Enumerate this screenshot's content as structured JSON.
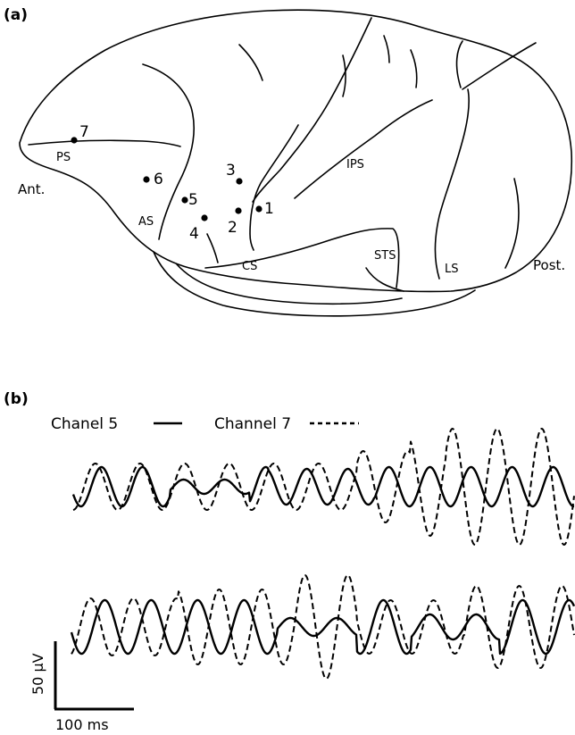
{
  "panel_a": {
    "label": "(a)",
    "orientation": {
      "anterior": "Ant.",
      "posterior": "Post."
    },
    "sulci": {
      "ps": "PS",
      "as": "AS",
      "cs": "CS",
      "ips": "IPS",
      "sts": "STS",
      "ls": "LS"
    },
    "electrodes": [
      "1",
      "2",
      "3",
      "4",
      "5",
      "6",
      "7"
    ]
  },
  "panel_b": {
    "label": "(b)",
    "legend": {
      "solid": "Chanel 5",
      "dashed": "Channel 7"
    },
    "scale_bar": {
      "voltage": "50 µV",
      "time": "100 ms"
    }
  },
  "style": {
    "line_color": "#000000",
    "background": "#ffffff"
  }
}
